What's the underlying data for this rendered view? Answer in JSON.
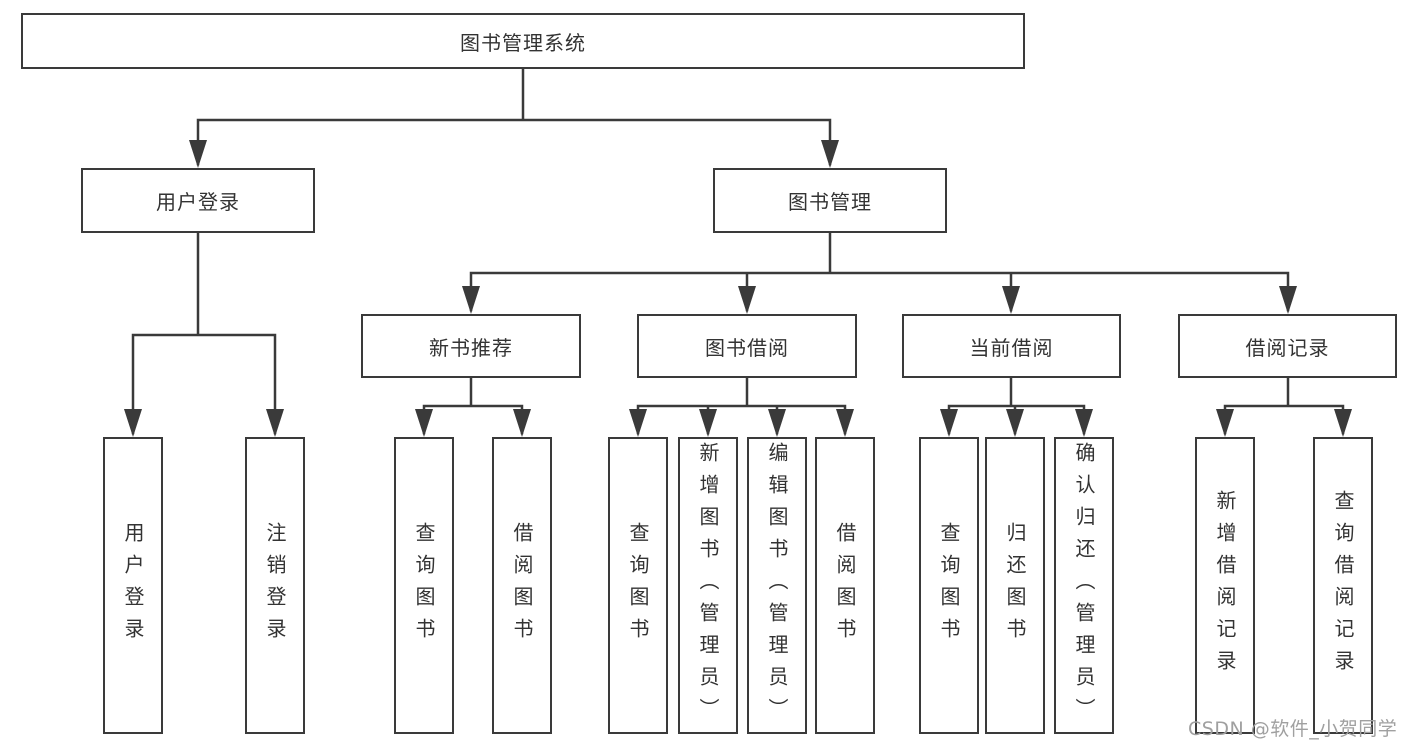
{
  "hierarchy": {
    "label": "图书管理系统",
    "children": [
      {
        "label": "用户登录",
        "children": [
          {
            "label": "用户登录"
          },
          {
            "label": "注销登录"
          }
        ]
      },
      {
        "label": "图书管理",
        "children": [
          {
            "label": "新书推荐",
            "children": [
              {
                "label": "查询图书"
              },
              {
                "label": "借阅图书"
              }
            ]
          },
          {
            "label": "图书借阅",
            "children": [
              {
                "label": "查询图书"
              },
              {
                "label": "新增图书（管理员）"
              },
              {
                "label": "编辑图书（管理员）"
              },
              {
                "label": "借阅图书"
              }
            ]
          },
          {
            "label": "当前借阅",
            "children": [
              {
                "label": "查询图书"
              },
              {
                "label": "归还图书"
              },
              {
                "label": "确认归还（管理员）"
              }
            ]
          },
          {
            "label": "借阅记录",
            "children": [
              {
                "label": "新增借阅记录"
              },
              {
                "label": "查询借阅记录"
              }
            ]
          }
        ]
      }
    ]
  },
  "watermark": "CSDN @软件_小贺同学",
  "colors": {
    "node_border": "#3a3a3a",
    "connector_line": "#3a3a3a",
    "node_text": "#333333",
    "watermark_text": "#a0a0a0",
    "background": "#ffffff"
  }
}
